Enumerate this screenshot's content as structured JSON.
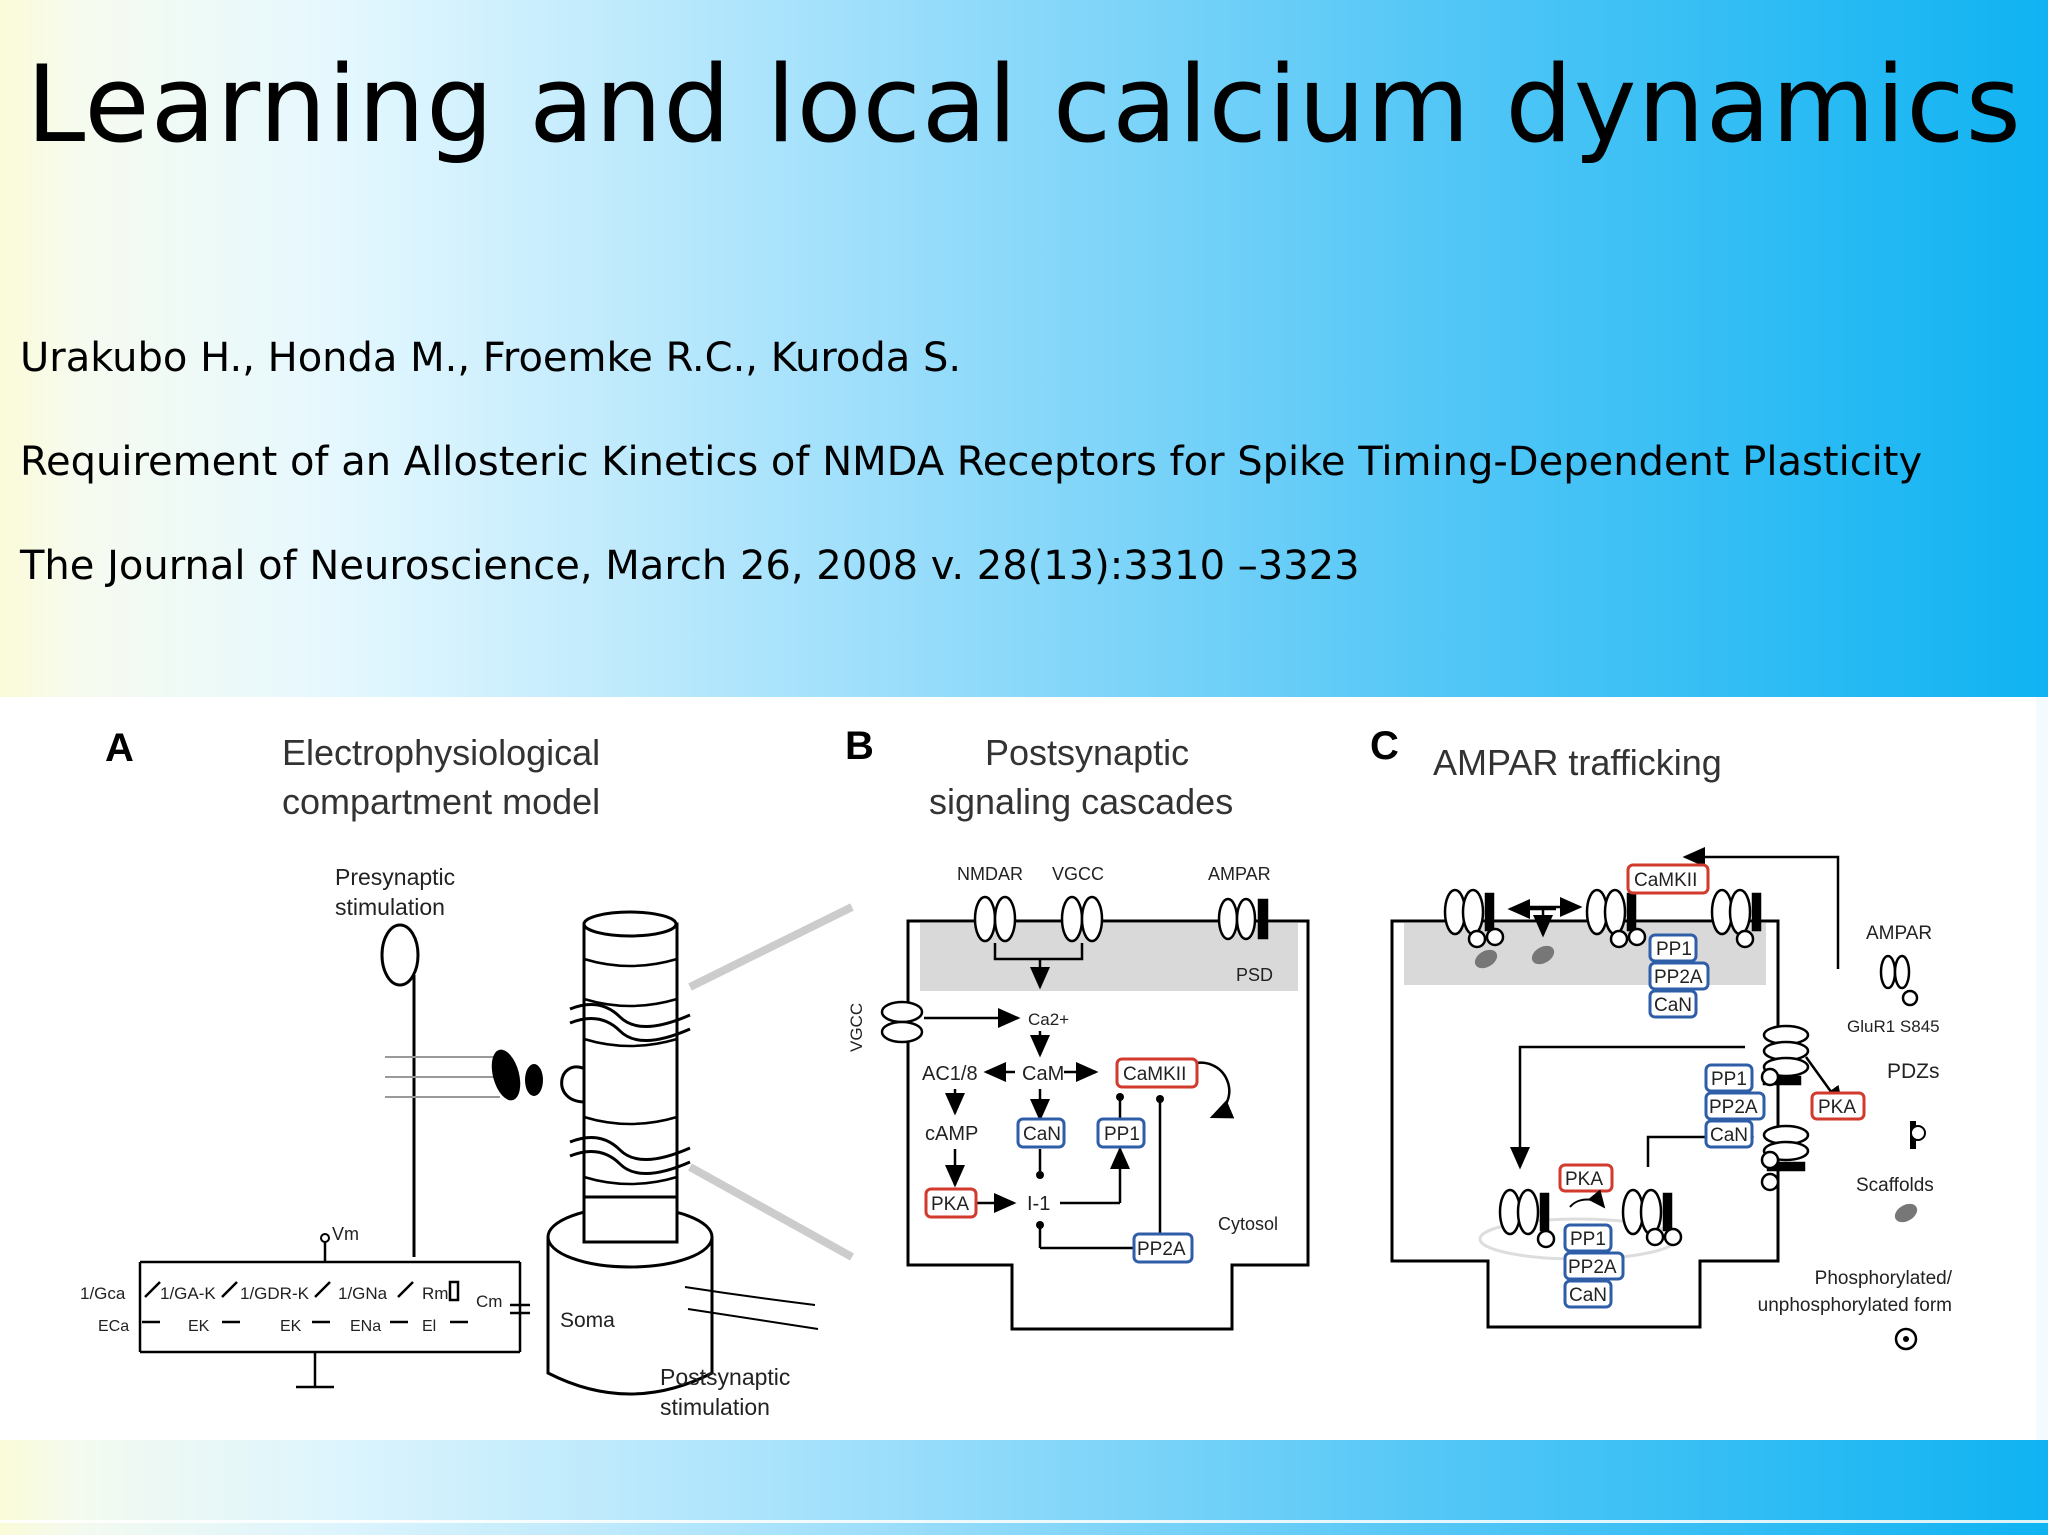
{
  "slide": {
    "title": "Learning and local calcium dynamics",
    "authors": "Urakubo H., Honda M., Froemke R.C., Kuroda S.",
    "paper_title": "Requirement of an Allosteric Kinetics of NMDA Receptors for Spike Timing-Dependent Plasticity",
    "citation": "The Journal of Neuroscience, March 26, 2008 v. 28(13):3310 –3323"
  },
  "figure": {
    "panel_a": {
      "letter": "A",
      "title_line1": "Electrophysiological",
      "title_line2": "compartment model",
      "presynaptic_line1": "Presynaptic",
      "presynaptic_line2": "stimulation",
      "dendrite": "dendrite",
      "soma": "Soma",
      "postsynaptic_line1": "Postsynaptic",
      "postsynaptic_line2": "stimulation",
      "vm": "Vm",
      "conductances": [
        "1/Gca",
        "1/GA-K",
        "1/GDR-K",
        "1/GNa",
        "Rm",
        "Cm"
      ],
      "reversals": [
        "ECa",
        "EK",
        "EK",
        "ENa",
        "El"
      ]
    },
    "panel_b": {
      "letter": "B",
      "title_line1": "Postsynaptic",
      "title_line2": "signaling cascades",
      "nmdar": "NMDAR",
      "vgcc_top": "VGCC",
      "ampar": "AMPAR",
      "psd": "PSD",
      "vgcc_side": "VGCC",
      "ca": "Ca2+",
      "ac": "AC1/8",
      "cam": "CaM",
      "camkii": "CaMKII",
      "camp": "cAMP",
      "can": "CaN",
      "pp1": "PP1",
      "pka": "PKA",
      "i1": "I-1",
      "pp2a": "PP2A",
      "cytosol": "Cytosol"
    },
    "panel_c": {
      "letter": "C",
      "title": "AMPAR trafficking",
      "camkii": "CaMKII",
      "pp1": "PP1",
      "pp2a": "PP2A",
      "can": "CaN",
      "pka": "PKA",
      "legend_ampar": "AMPAR",
      "legend_glur": "GluR1 S845",
      "legend_pdz": "PDZs",
      "legend_scaffolds": "Scaffolds",
      "legend_phospho_line1": "Phosphorylated/",
      "legend_phospho_line2": "unphosphorylated form"
    }
  },
  "colors": {
    "enzyme_red": "#d23a2e",
    "enzyme_blue": "#2f5ea8",
    "psd_gray": "#d9d9d9"
  }
}
